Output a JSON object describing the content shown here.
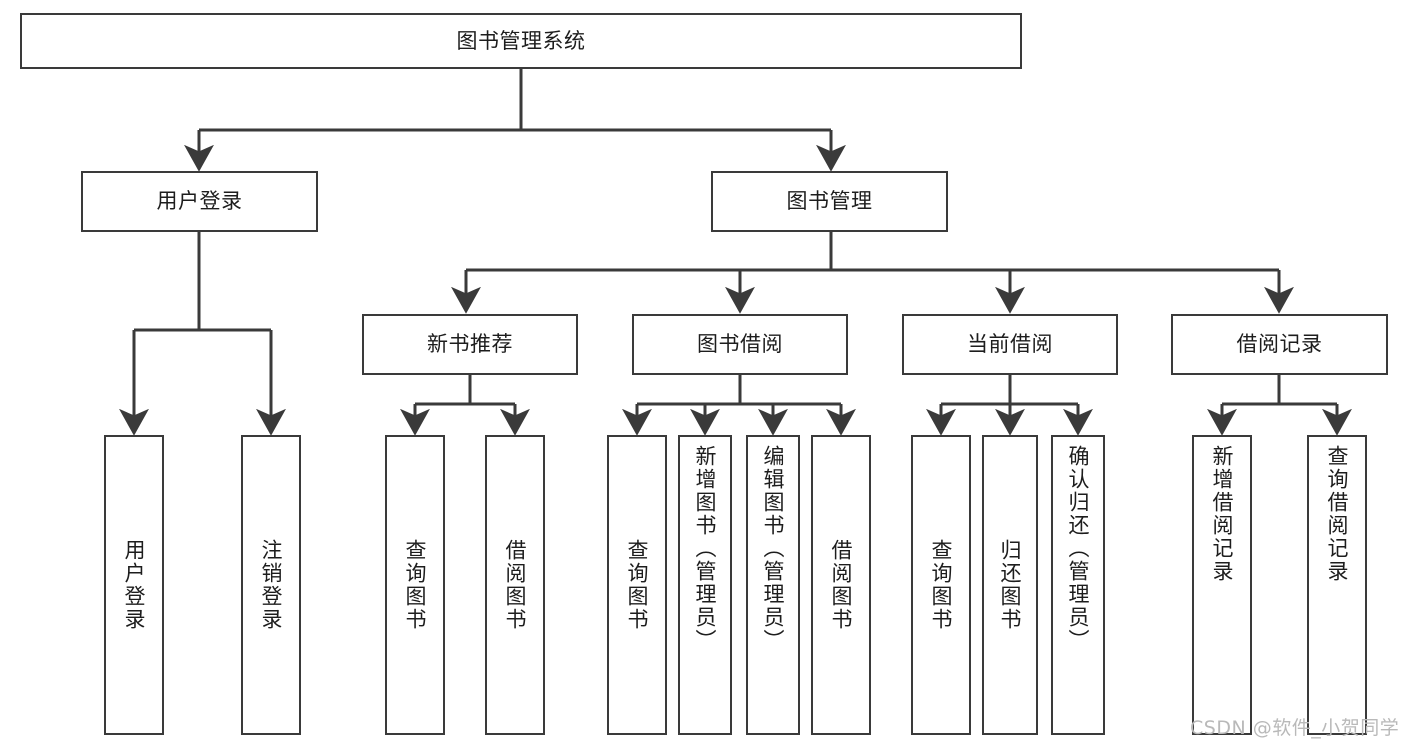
{
  "diagram": {
    "type": "tree-hierarchy",
    "title": "图书管理系统",
    "watermark": "CSDN @软件_小贺同学",
    "colors": {
      "box_border": "#3a3a3a",
      "box_fill": "#ffffff",
      "connector": "#3a3a3a",
      "text": "#1d1d1d",
      "watermark": "#b9b9b9"
    },
    "nodes": {
      "root": {
        "label": "图书管理系统"
      },
      "level2": [
        {
          "id": "user-login",
          "label": "用户登录"
        },
        {
          "id": "book-manage",
          "label": "图书管理"
        }
      ],
      "level3": [
        {
          "id": "new-book-recommend",
          "label": "新书推荐"
        },
        {
          "id": "book-borrow",
          "label": "图书借阅"
        },
        {
          "id": "current-borrow",
          "label": "当前借阅"
        },
        {
          "id": "borrow-record",
          "label": "借阅记录"
        }
      ],
      "leaves": {
        "user_login": [
          {
            "id": "leaf-user-login",
            "label": "用户登录"
          },
          {
            "id": "leaf-logout-login",
            "label": "注销登录"
          }
        ],
        "new_book_recommend": [
          {
            "id": "leaf-query-book-1",
            "label": "查询图书"
          },
          {
            "id": "leaf-borrow-book-1",
            "label": "借阅图书"
          }
        ],
        "book_borrow": [
          {
            "id": "leaf-query-book-2",
            "label": "查询图书"
          },
          {
            "id": "leaf-add-book",
            "label": "新增图书（管理员）"
          },
          {
            "id": "leaf-edit-book",
            "label": "编辑图书（管理员）"
          },
          {
            "id": "leaf-borrow-book-2",
            "label": "借阅图书"
          }
        ],
        "current_borrow": [
          {
            "id": "leaf-query-book-3",
            "label": "查询图书"
          },
          {
            "id": "leaf-return-book",
            "label": "归还图书"
          },
          {
            "id": "leaf-confirm-return",
            "label": "确认归还（管理员）"
          }
        ],
        "borrow_record": [
          {
            "id": "leaf-add-record",
            "label": "新增借阅记录"
          },
          {
            "id": "leaf-query-record",
            "label": "查询借阅记录"
          }
        ]
      }
    }
  }
}
